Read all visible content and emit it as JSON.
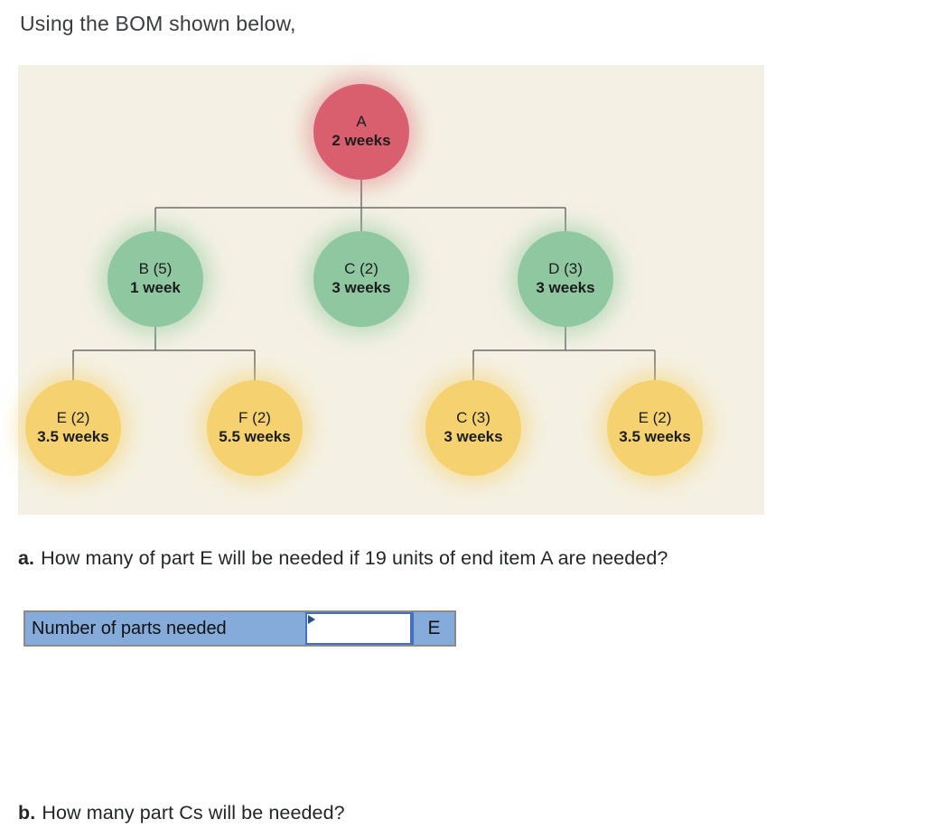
{
  "page": {
    "intro": "Using the BOM shown below,"
  },
  "diagram": {
    "background_color": "#f4f1e4",
    "connector_color": "#6e6e6e",
    "nodes": [
      {
        "id": "A",
        "label": "A",
        "lead_time": "2 weeks",
        "color": "#d95f6e"
      },
      {
        "id": "B",
        "label": "B (5)",
        "lead_time": "1 week",
        "color": "#8ec7a0"
      },
      {
        "id": "C",
        "label": "C (2)",
        "lead_time": "3 weeks",
        "color": "#8ec7a0"
      },
      {
        "id": "D",
        "label": "D (3)",
        "lead_time": "3 weeks",
        "color": "#8ec7a0"
      },
      {
        "id": "E-under-B",
        "label": "E (2)",
        "lead_time": "3.5 weeks",
        "color": "#f5d26f"
      },
      {
        "id": "F-under-B",
        "label": "F (2)",
        "lead_time": "5.5 weeks",
        "color": "#f5d26f"
      },
      {
        "id": "C-under-D",
        "label": "C (3)",
        "lead_time": "3 weeks",
        "color": "#f5d26f"
      },
      {
        "id": "E-under-D",
        "label": "E (2)",
        "lead_time": "3.5 weeks",
        "color": "#f5d26f"
      }
    ]
  },
  "question_a": {
    "prefix": "a.",
    "text": "How many of part E will be needed if 19 units of end item A are needed?"
  },
  "question_b": {
    "prefix": "b.",
    "text": "How many part Cs will be needed?"
  },
  "answer_row": {
    "label": "Number of parts needed",
    "input_value": "",
    "unit": "E",
    "bar_color": "#85abdb",
    "input_border_color": "#4472bd"
  }
}
